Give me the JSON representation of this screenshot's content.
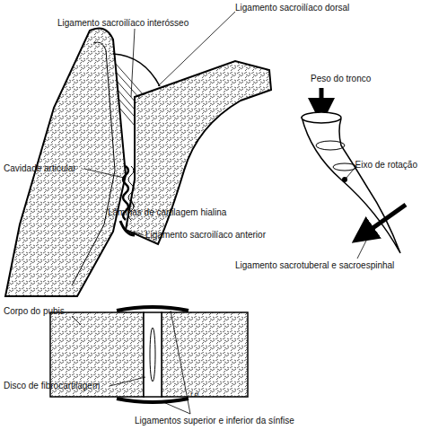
{
  "diagram": {
    "labels": [
      "Ligamento sacroilíaco dorsal",
      "Ligamento sacroilíaco interósseo",
      "Cavidade articular",
      "Lâminas de cartilagem hialina",
      "Ligamento sacroilíaco anterior",
      "Peso do tronco",
      "Eixo de rotação",
      "Ligamento sacrotuberal e sacroespinhal",
      "Corpo do pubis",
      "Disco de fibrocartilagem",
      "f.d.",
      "Ligamentos superior e inferior da sínfise"
    ]
  }
}
